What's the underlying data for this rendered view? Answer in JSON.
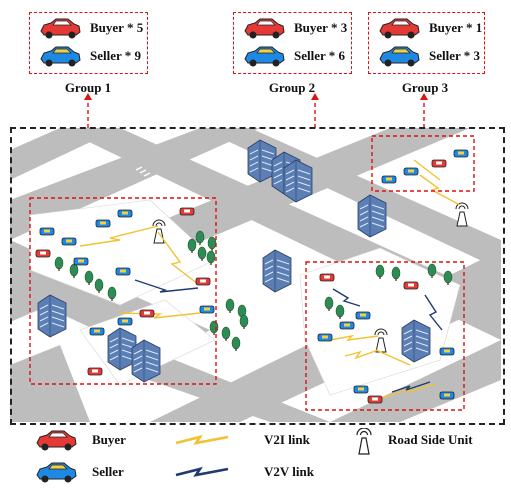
{
  "groups": [
    {
      "label": "Group 1",
      "buyer": "Buyer * 5",
      "seller": "Seller * 9"
    },
    {
      "label": "Group 2",
      "buyer": "Buyer * 3",
      "seller": "Seller * 6"
    },
    {
      "label": "Group 3",
      "buyer": "Buyer * 1",
      "seller": "Seller * 3"
    }
  ],
  "legend": {
    "buyer": "Buyer",
    "seller": "Seller",
    "v2i": "V2I link",
    "v2v": "V2V link",
    "rsu": "Road Side Unit"
  },
  "colors": {
    "buyer": "#e53935",
    "seller": "#1e88e5",
    "v2i": "#f2c230",
    "v2v": "#1f3a70",
    "road": "#b8b8b8",
    "group_outline": "#d11111"
  },
  "icons": [
    "buyer-car-icon",
    "seller-car-icon",
    "v2i-link-icon",
    "v2v-link-icon",
    "road-side-unit-icon",
    "building-icon",
    "tree-icon"
  ]
}
